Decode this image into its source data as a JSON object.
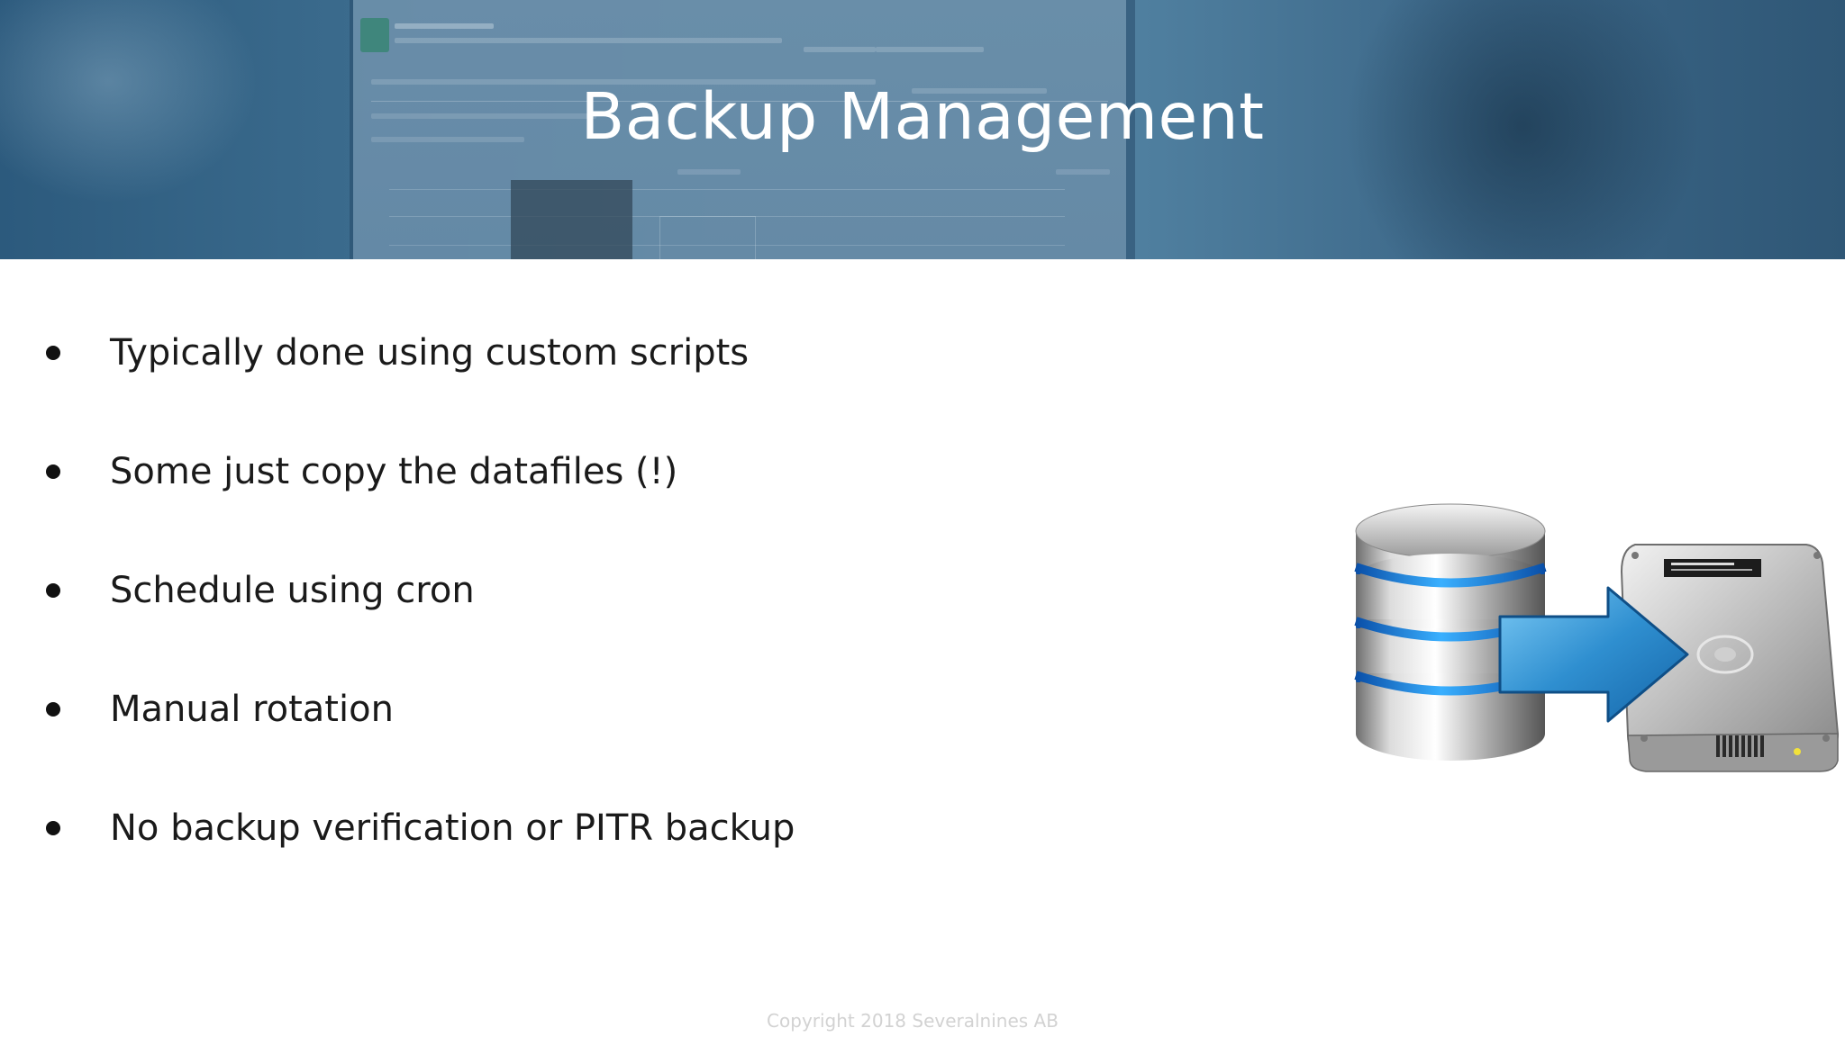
{
  "slide": {
    "title": "Backup Management",
    "bullets": [
      "Typically done using custom scripts",
      "Some just copy the datafiles (!)",
      "Schedule using cron",
      "Manual rotation",
      "No backup verification or PITR backup"
    ],
    "footer": "Copyright 2018 Severalnines AB"
  },
  "icons": {
    "illustration": "database-to-hard-drive-backup-icon",
    "bullet": "bullet-dot-icon"
  },
  "colors": {
    "banner": "#4a7a9b",
    "title": "#ffffff",
    "bullet_text": "#1a1a1a",
    "footer": "#d2d2d2",
    "arrow": "#2f8fd0",
    "db_ring": "#1f7fe0"
  }
}
